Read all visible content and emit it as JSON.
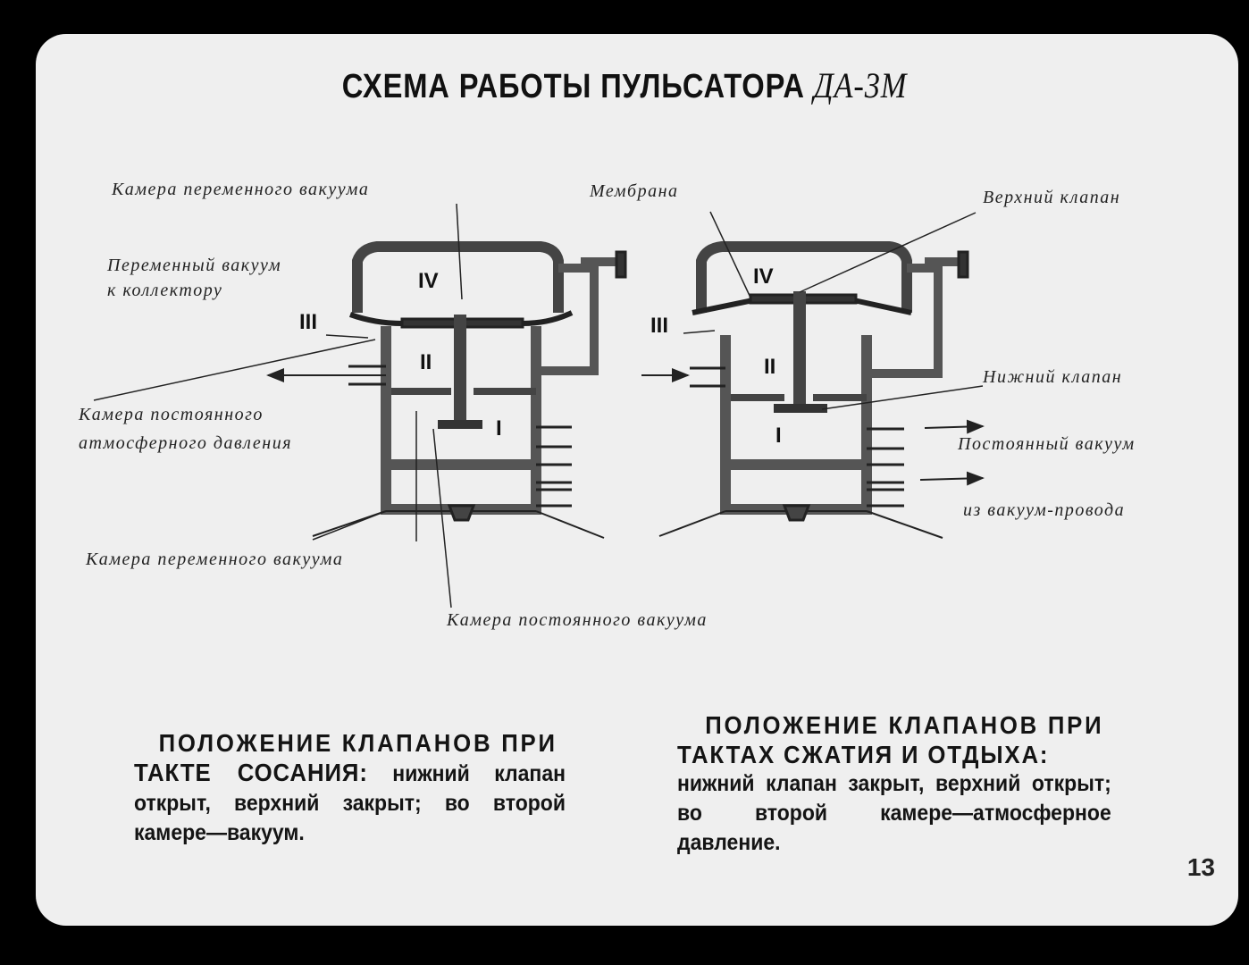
{
  "title": {
    "main": "СХЕМА РАБОТЫ ПУЛЬСАТОРА",
    "model": "ДА-3М"
  },
  "labels": {
    "variable_vacuum_chamber_top": "Камера переменного вакуума",
    "variable_vacuum_to_collector_1": "Переменный вакуум",
    "variable_vacuum_to_collector_2": "к коллектору",
    "atmospheric_chamber_1": "Камера постоянного",
    "atmospheric_chamber_2": "атмосферного давления",
    "variable_vacuum_chamber_bottom": "Камера переменного вакуума",
    "constant_vacuum_chamber": "Камера постоянного вакуума",
    "membrane": "Мембрана",
    "upper_valve": "Верхний клапан",
    "lower_valve": "Нижний клапан",
    "constant_vacuum_1": "Постоянный вакуум",
    "constant_vacuum_2": "из вакуум-провода"
  },
  "chambers": {
    "i": "I",
    "ii": "II",
    "iii": "III",
    "iv": "IV"
  },
  "notes": {
    "suction": {
      "head_1": "ПОЛОЖЕНИЕ КЛАПАНОВ ПРИ",
      "head_2": "ТАКТЕ СОСАНИЯ:",
      "body": "нижний клапан открыт, верхний закрыт; во второй камере—вакуум."
    },
    "compression": {
      "head_1": "ПОЛОЖЕНИЕ КЛАПАНОВ ПРИ",
      "head_2": "ТАКТАХ СЖАТИЯ И ОТДЫХА:",
      "body": "нижний клапан закрыт, верхний открыт; во второй камере—атмосферное давление."
    }
  },
  "page_number": "13"
}
